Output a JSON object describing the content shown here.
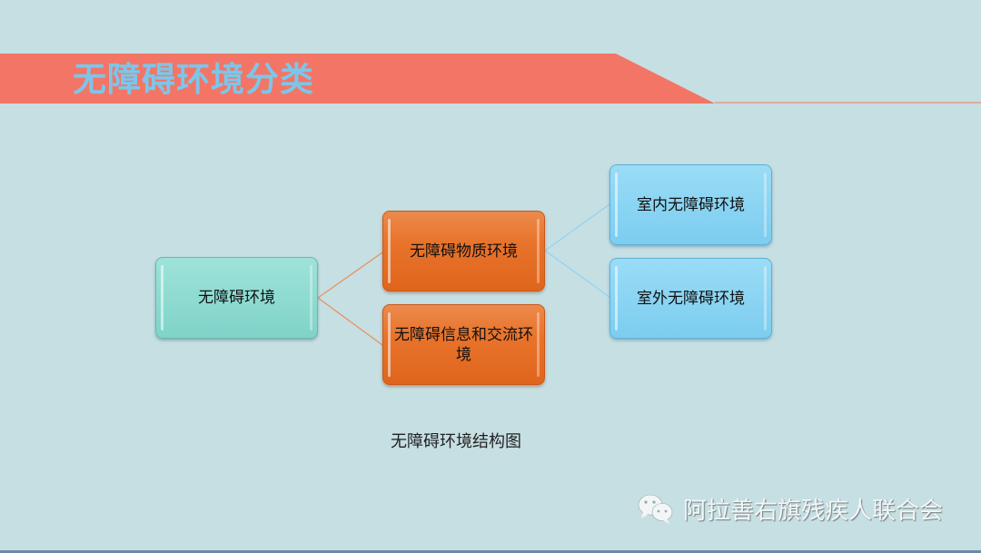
{
  "slide": {
    "title": "无障碍环境分类",
    "caption": "无障碍环境结构图",
    "watermark": {
      "icon": "wechat-icon",
      "text": "阿拉善右旗残疾人联合会"
    },
    "colors": {
      "background": "#c6dfe3",
      "banner": "#f37566",
      "title_text": "#7cc6ea",
      "root_node": "#8fdcd2",
      "level1_node": "#e8732b",
      "level2_node": "#8ad4f3",
      "connector_level1": "#e8935f",
      "connector_level2": "#93d4f0"
    }
  },
  "diagram": {
    "root": {
      "label": "无障碍环境"
    },
    "level1": [
      {
        "label": "无障碍物质环境"
      },
      {
        "label": "无障碍信息和交流环境"
      }
    ],
    "level2": [
      {
        "parent": "无障碍物质环境",
        "label": "室内无障碍环境"
      },
      {
        "parent": "无障碍物质环境",
        "label": "室外无障碍环境"
      }
    ]
  }
}
